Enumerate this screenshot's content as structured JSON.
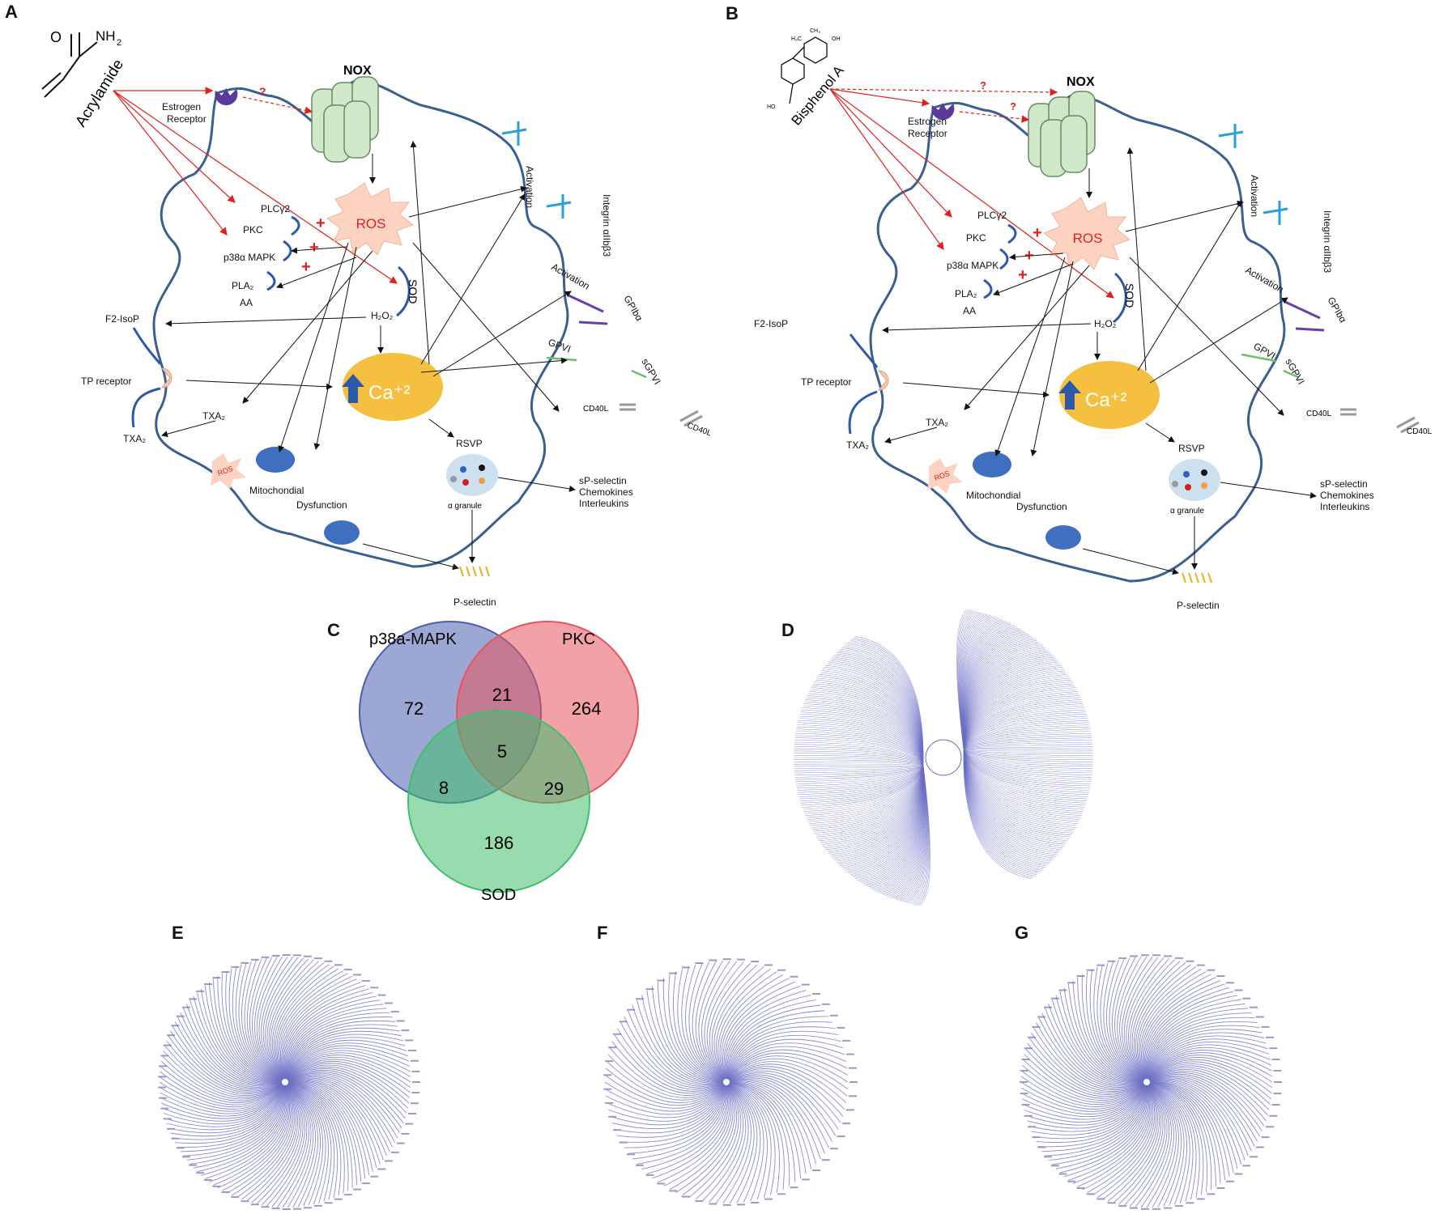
{
  "panels": {
    "A": {
      "letter": "A",
      "compound": "Acrylamide",
      "chem_o": "O",
      "chem_nh2": "NH",
      "chem_sub2": "2"
    },
    "B": {
      "letter": "B",
      "compound": "Bisphenol A",
      "chem_h3c": "H₃C",
      "chem_ch3": "CH₃",
      "chem_oh1": "OH",
      "chem_oh2": "HO"
    },
    "C": {
      "letter": "C"
    },
    "D": {
      "letter": "D"
    },
    "E": {
      "letter": "E"
    },
    "F": {
      "letter": "F"
    },
    "G": {
      "letter": "G"
    }
  },
  "cell": {
    "nox": "NOX",
    "question": "?",
    "estrogen": "Estrogen",
    "receptor": "Receptor",
    "ros": "ROS",
    "ros_small": "ROS",
    "plc": "PLCγ2",
    "pkc": "PKC",
    "p38": "p38α MAPK",
    "pla2": "PLA₂",
    "aa": "AA",
    "plus": "+",
    "sod": "SOD",
    "h2o2": "H₂O₂",
    "f2": "F2-IsoP",
    "tp": "TP receptor",
    "txa2": "TXA₂",
    "ca": "Ca⁺²",
    "activation": "Activation",
    "integrin": "Integrin αIIbβ3",
    "gp1ba": "GPIbα",
    "gpvi": "GPVI",
    "sgpvi": "sGPVI",
    "cd40l": "CD40L",
    "rsvp": "RSVP",
    "agranule": "α granule",
    "mito": "Mitochondial",
    "dysfunction": "Dysfunction",
    "spsel": "sP-selectin",
    "chemokines": "Chemokines",
    "interleukins": "Interleukins",
    "psel": "P-selectin"
  },
  "venn": {
    "sets": [
      "p38a-MAPK",
      "PKC",
      "SOD"
    ],
    "colors": [
      "#4a5fae",
      "#e8545d",
      "#3fbf6e"
    ],
    "regions": {
      "p38_only": "72",
      "pkc_only": "264",
      "sod_only": "186",
      "p38_pkc": "21",
      "p38_sod": "8",
      "pkc_sod": "29",
      "all": "5"
    }
  },
  "network_color": "#6b6fc4"
}
